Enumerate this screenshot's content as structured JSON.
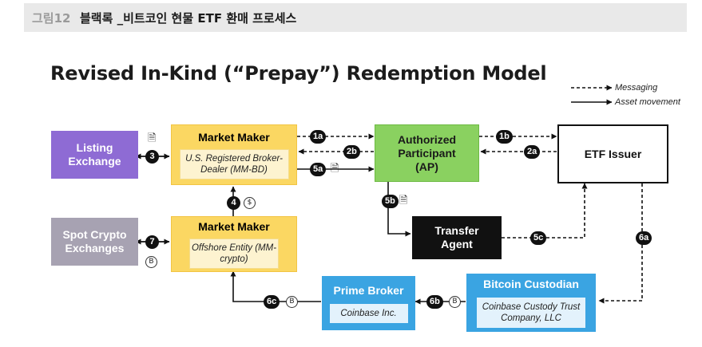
{
  "header": {
    "fig_num": "그림12",
    "title": "블랙록 _비트코인 현물 ETF 환매 프로세스"
  },
  "diagram": {
    "title": "Revised In-Kind (“Prepay”) Redemption Model",
    "legend": {
      "messaging": "Messaging",
      "asset": "Asset movement"
    },
    "listing_exchange": "Listing Exchange",
    "market_maker_1": {
      "title": "Market Maker",
      "sub": "U.S. Registered Broker-Dealer (MM-BD)"
    },
    "authorized_participant": "Authorized Participant (AP)",
    "etf_issuer": "ETF Issuer",
    "spot_crypto": "Spot Crypto Exchanges",
    "market_maker_2": {
      "title": "Market Maker",
      "sub": "Offshore Entity (MM-crypto)"
    },
    "transfer_agent": "Transfer Agent",
    "prime_broker": {
      "title": "Prime Broker",
      "sub": "Coinbase Inc."
    },
    "bitcoin_custodian": {
      "title": "Bitcoin Custodian",
      "sub": "Coinbase Custody Trust Company, LLC"
    },
    "steps": {
      "s1a": "1a",
      "s1b": "1b",
      "s2a": "2a",
      "s2b": "2b",
      "s3": "3",
      "s4": "4",
      "s5a": "5a",
      "s5b": "5b",
      "s5c": "5c",
      "s6a": "6a",
      "s6b": "6b",
      "s6c": "6c",
      "s7": "7"
    },
    "symbols": {
      "dollar": "$",
      "bitcoin": "B",
      "document": "🗎"
    },
    "colors": {
      "purple": "#8e6bd4",
      "yellow": "#fbd762",
      "green": "#8ad160",
      "blue": "#3aa4e2",
      "grey": "#a7a2b2",
      "black": "#111111"
    }
  }
}
